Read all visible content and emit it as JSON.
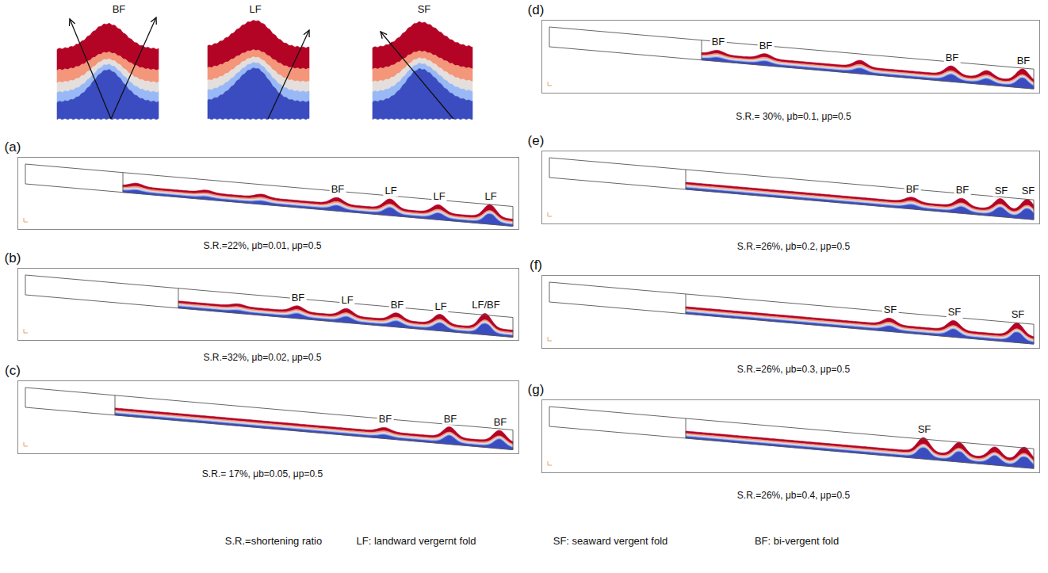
{
  "diagram": {
    "nodes": [
      {
        "text": [
          "(a)",
          "BF",
          "LF",
          "LF",
          "LF",
          "S.R.=22%, μb=0.01, μp=0.5"
        ]
      },
      {
        "text": [
          "(b)",
          "BF",
          "LF",
          "BF",
          "LF",
          "LF/BF",
          "S.R.=32%, μb=0.02, μp=0.5"
        ]
      },
      {
        "text": [
          "(c)",
          "BF",
          "BF",
          "BF",
          "S.R.= 17%, μb=0.05, μp=0.5"
        ]
      },
      {
        "text": [
          "(d)",
          "BF",
          "BF",
          "BF",
          "BF",
          "S.R.= 30%, μb=0.1, μp=0.5"
        ]
      },
      {
        "text": [
          "(e)",
          "BF",
          "BF",
          "SF",
          "SF",
          "S.R.=26%, μb=0.2, μp=0.5"
        ]
      },
      {
        "text": [
          "(f)",
          "SF",
          "SF",
          "SF",
          "S.R.=26%, μb=0.3, μp=0.5"
        ]
      },
      {
        "text": [
          "(g)",
          "SF",
          "S.R.=26%, μb=0.4, μp=0.5"
        ]
      }
    ],
    "labels": [
      "BF",
      "LF",
      "SF",
      "S.R.=shortening ratio",
      "LF: landward vergernt fold",
      "SF: seaward vergent fold",
      "BF: bi-vergent fold"
    ]
  }
}
